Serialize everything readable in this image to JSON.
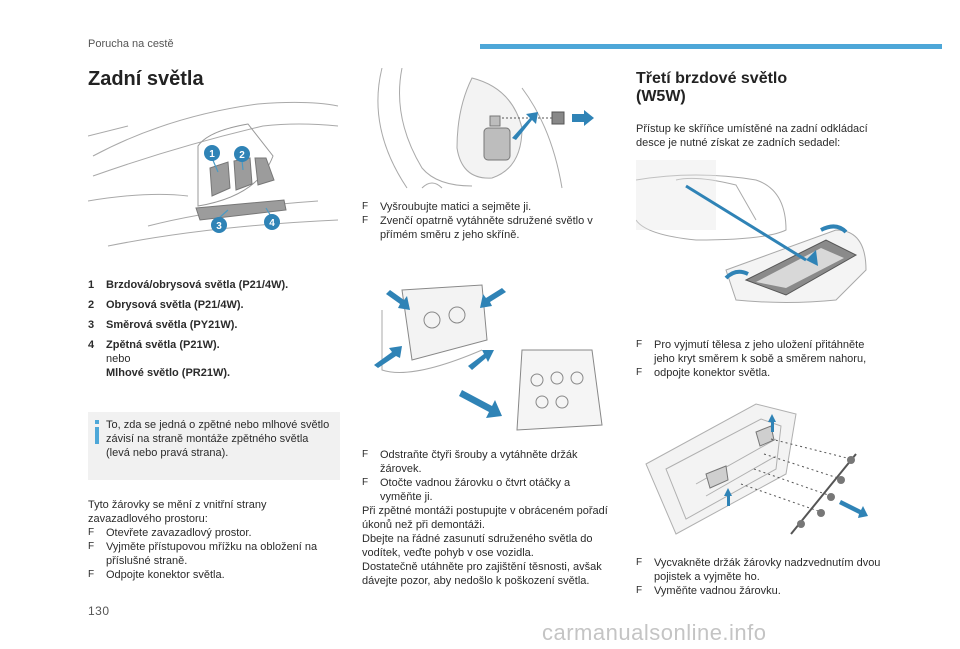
{
  "header": {
    "section": "Porucha na cestě",
    "accent_color": "#4da7d8"
  },
  "page": {
    "number": "130"
  },
  "watermark": "carmanualsonline.info",
  "left": {
    "title": "Zadní světla",
    "diagram_labels": [
      "1",
      "2",
      "3",
      "4"
    ],
    "legend": [
      {
        "num": "1",
        "text": "Brzdová/obrysová světla (P21/4W)."
      },
      {
        "num": "2",
        "text": "Obrysová světla (P21/4W)."
      },
      {
        "num": "3",
        "text": "Směrová světla (PY21W)."
      },
      {
        "num": "4",
        "text": "Zpětná světla (P21W).",
        "or": "nebo",
        "alt": "Mlhové světlo (PR21W)."
      }
    ],
    "info": "To, zda se jedná o zpětné nebo mlhové světlo závisí na straně montáže zpětného světla (levá nebo pravá strana).",
    "intro": "Tyto žárovky se mění z vnitřní strany zavazadlového prostoru:",
    "steps": [
      "Otevřete zavazadlový prostor.",
      "Vyjměte přístupovou mřížku na obložení na příslušné straně.",
      "Odpojte konektor světla."
    ]
  },
  "middle": {
    "steps1": [
      "Vyšroubujte matici a sejměte ji.",
      "Zvenčí opatrně vytáhněte sdružené světlo v přímém směru z jeho skříně."
    ],
    "steps2": [
      "Odstraňte čtyři šrouby a vytáhněte držák žárovek.",
      "Otočte vadnou žárovku o čtvrt otáčky a vyměňte ji."
    ],
    "para": [
      "Při zpětné montáži postupujte v obráceném pořadí úkonů než při demontáži.",
      "Dbejte na řádné zasunutí sdruženého světla do vodítek, veďte pohyb v ose vozidla.",
      "Dostatečně utáhněte pro zajištění těsnosti, avšak dávejte pozor, aby nedošlo k poškození světla."
    ]
  },
  "right": {
    "title_line1": "Třetí brzdové světlo",
    "title_line2": "(W5W)",
    "intro": "Přístup ke skříňce umístěné na zadní odkládací desce je nutné získat ze zadních sedadel:",
    "steps1": [
      "Pro vyjmutí tělesa z jeho uložení přitáhněte jeho kryt směrem k sobě a směrem nahoru,",
      "odpojte konektor světla."
    ],
    "steps2": [
      "Vycvakněte držák žárovky nadzvednutím dvou pojistek a vyjměte ho.",
      "Vyměňte vadnou žárovku."
    ]
  }
}
